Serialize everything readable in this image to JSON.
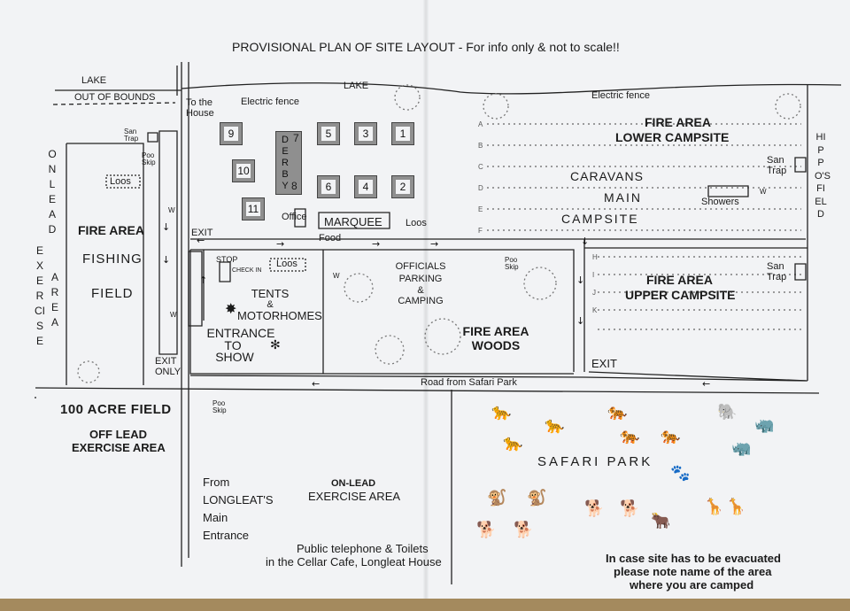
{
  "title": "PROVISIONAL PLAN OF SITE LAYOUT - For info only & not to scale!!",
  "labels": {
    "lake_left": "LAKE",
    "out_of_bounds": "OUT OF BOUNDS",
    "lake_top": "LAKE",
    "to_the_house": "To the House",
    "electric_fence_1": "Electric fence",
    "electric_fence_2": "Electric fence",
    "san_trap_1": "San Trap",
    "poo_skip_1": "Poo Skip",
    "loos_1": "Loos",
    "on_lead": "ON LEAD",
    "exercise": "EXERCISE",
    "area": "AREA",
    "fire_area_fishing": "FIRE AREA",
    "fishing": "FISHING",
    "field": "FIELD",
    "exit_1": "EXIT",
    "exit_only": "EXIT ONLY",
    "w_1": "W",
    "w_2": "W",
    "derby": "DERBY",
    "office": "Office",
    "marquee": "MARQUEE",
    "food": "Food",
    "loos_2": "Loos",
    "fire_area_lower": "FIRE AREA",
    "lower_campsite": "LOWER CAMPSITE",
    "caravans": "CARAVANS",
    "main": "MAIN",
    "campsite": "CAMPSITE",
    "showers": "Showers",
    "w_3": "W",
    "san_trap_2": "San Trap",
    "san_trap_3": "San Trap",
    "hippos_field": "HIPPO'S FIELD",
    "fire_area_upper": "FIRE AREA",
    "upper_campsite": "UPPER CAMPSITE",
    "exit_2": "EXIT",
    "stop": "STOP",
    "check_in": "CHECK IN",
    "loos_3": "Loos",
    "w_4": "W",
    "officials_line1": "OFFICIALS",
    "officials_line2": "PARKING",
    "officials_line3": "&",
    "officials_line4": "CAMPING",
    "poo_skip_2": "Poo Skip",
    "tents": "TENTS",
    "amp": "&",
    "motorhomes": "MOTORHOMES",
    "entrance_line1": "ENTRANCE",
    "entrance_line2": "TO",
    "entrance_line3": "SHOW",
    "fire_area_woods": "FIRE AREA",
    "woods": "WOODS",
    "road_from_safari": "Road from Safari Park",
    "hundred_acre": "100 ACRE FIELD",
    "off_lead": "OFF LEAD",
    "exercise_area": "EXERCISE AREA",
    "poo_skip_3": "Poo Skip",
    "from": "From",
    "longleats": "LONGLEAT'S",
    "main_entrance_1": "Main",
    "main_entrance_2": "Entrance",
    "on_lead_2": "ON-LEAD",
    "exercise_area_2": "EXERCISE AREA",
    "telephone_1": "Public telephone & Toilets",
    "telephone_2": "in the Cellar Cafe, Longleat House",
    "safari_park": "SAFARI PARK",
    "evac_1": "In case site has to be evacuated",
    "evac_2": "please note name of the area",
    "evac_3": "where you are camped"
  },
  "plots": [
    "9",
    "7",
    "5",
    "3",
    "1",
    "10",
    "8",
    "6",
    "4",
    "2",
    "11"
  ],
  "row_letters": [
    "A",
    "B",
    "C",
    "D",
    "E",
    "F"
  ],
  "row_letters_upper": [
    "H",
    "I",
    "J",
    "K"
  ]
}
